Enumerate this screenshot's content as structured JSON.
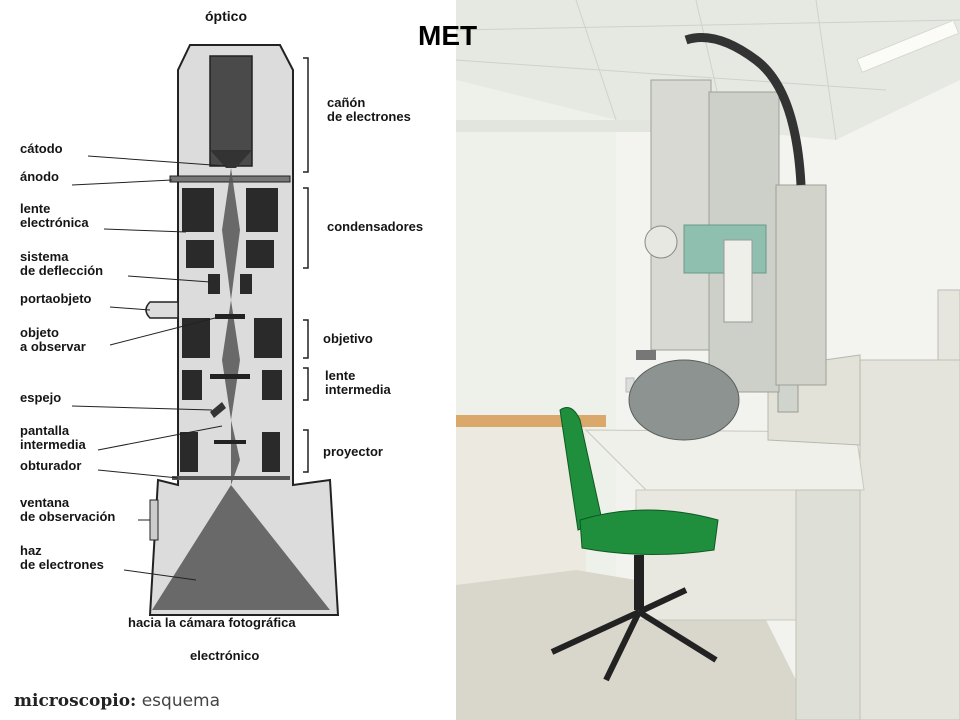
{
  "diagram": {
    "top_title": "óptico",
    "left_labels": [
      {
        "key": "catodo",
        "text": "cátodo"
      },
      {
        "key": "anodo",
        "text": "ánodo"
      },
      {
        "key": "lente",
        "text": "lente\nelectrónica"
      },
      {
        "key": "sistema",
        "text": "sistema\nde deflección"
      },
      {
        "key": "portaobjeto",
        "text": "portaobjeto"
      },
      {
        "key": "objeto",
        "text": "objeto\na observar"
      },
      {
        "key": "espejo",
        "text": "espejo"
      },
      {
        "key": "pantalla",
        "text": "pantalla\nintermedia"
      },
      {
        "key": "obturador",
        "text": "obturador"
      },
      {
        "key": "ventana",
        "text": "ventana\nde observación"
      },
      {
        "key": "haz",
        "text": "haz\nde electrones"
      }
    ],
    "right_labels": [
      {
        "key": "canon",
        "text": "cañón\nde electrones"
      },
      {
        "key": "condensadores",
        "text": "condensadores"
      },
      {
        "key": "objetivo",
        "text": "objetivo"
      },
      {
        "key": "lente_intermedia",
        "text": "lente\nintermedia"
      },
      {
        "key": "proyector",
        "text": "proyector"
      }
    ],
    "bottom_note": "hacia la cámara fotográfica",
    "bottom_word": "electrónico",
    "caption_bold": "microscopio:",
    "caption_regular": "esquema"
  },
  "photo": {
    "label": "MET"
  }
}
